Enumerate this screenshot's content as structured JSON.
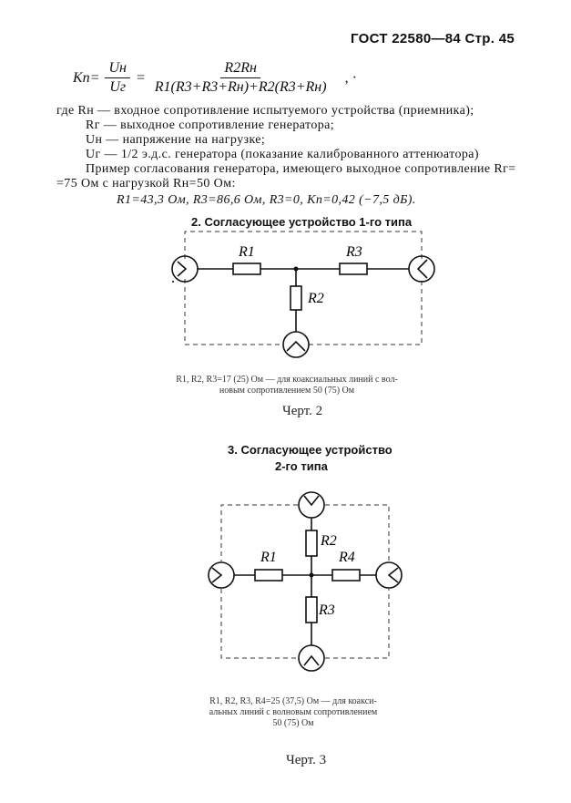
{
  "header": {
    "text": "ГОСТ 22580—84 Стр. 45"
  },
  "formula": {
    "lhs": "Kп=",
    "ratio_num": "Uн",
    "ratio_den": "Uг",
    "eq": "=",
    "big_num": "R2Rн",
    "big_den": "R1(R3+R3+Rн)+R2(R3+Rн)",
    "tail": ", ·"
  },
  "definitions": [
    "где Rн — входное сопротивление испытуемого устройства (приемника);",
    "Rг — выходное сопротивление генератора;",
    "Uн — напряжение на нагрузке;",
    "Uг — 1/2 э.д.с. генератора (показание калиброванного аттенюатора)"
  ],
  "example": {
    "line1": "Пример согласования генератора, имеющего выходное сопротивление Rг=",
    "line2": "=75 Ом с нагрузкой Rн=50 Ом:",
    "values": "R1=43,3 Ом,   R3=86,6 Ом,   R3=0,   Kп=0,42 (−7,5 дБ)."
  },
  "section2": {
    "title": "2. Согласующее устройство 1-го типа",
    "labels": {
      "r1": "R1",
      "r2": "R2",
      "r3": "R3"
    },
    "caption_line1": "R1, R2, R3=17 (25) Ом — для коаксиальных линий с вол-",
    "caption_line2": "новым сопротивлением 50 (75) Ом",
    "chert": "Черт. 2"
  },
  "section3": {
    "title_line1": "3. Согласующее устройство",
    "title_line2": "2-го типа",
    "labels": {
      "r1": "R1",
      "r2": "R2",
      "r3": "R3",
      "r4": "R4"
    },
    "caption_line1": "R1, R2, R3, R4=25 (37,5) Ом — для коакси-",
    "caption_line2": "альных линий с волновым сопротивлением",
    "caption_line3": "50 (75) Ом",
    "chert": "Черт. 3"
  }
}
